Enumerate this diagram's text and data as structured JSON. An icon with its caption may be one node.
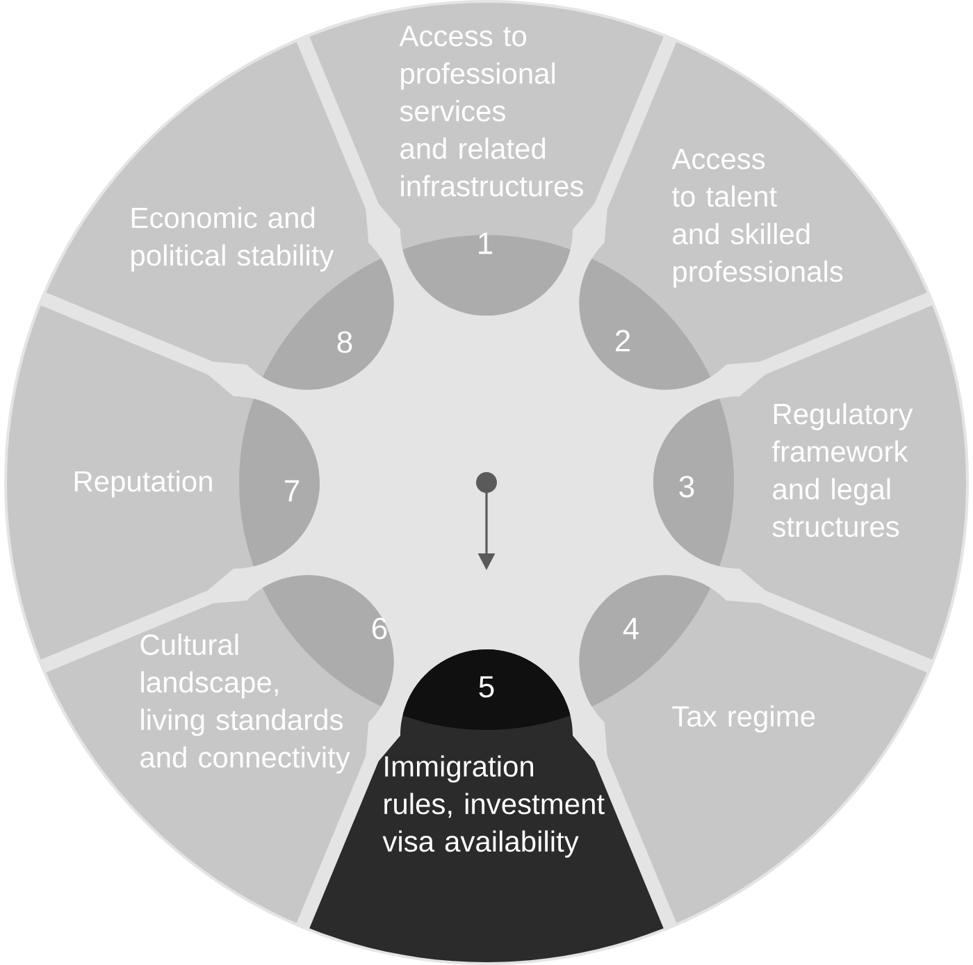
{
  "diagram": {
    "nodes": [
      {
        "text": [
          "Access to professional services and related infrastructures",
          "1"
        ]
      },
      {
        "text": [
          "Access to talent and skilled professionals",
          "2"
        ]
      },
      {
        "text": [
          "3",
          "Regulatory framework and legal structures"
        ]
      },
      {
        "text": [
          "4",
          "Tax regime"
        ]
      },
      {
        "text": [
          "5",
          "Immigration rules, investment visa availability"
        ]
      },
      {
        "text": [
          "6",
          "Cultural landscape, living standards and connectivity"
        ]
      },
      {
        "text": [
          "Reputation",
          "7"
        ]
      },
      {
        "text": [
          "Economic and political stability",
          "8"
        ]
      }
    ]
  }
}
